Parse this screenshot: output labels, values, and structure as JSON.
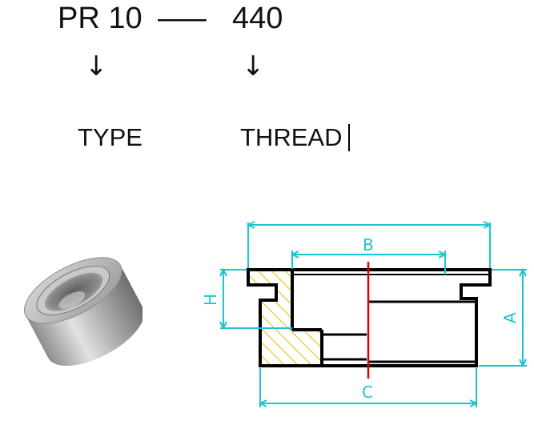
{
  "code": {
    "prefix": "PR 10",
    "dash": "—",
    "suffix": "440"
  },
  "arrows": {
    "left": "↓",
    "right": "↓"
  },
  "labels": {
    "type": "TYPE",
    "thread": "THREAD"
  },
  "drawing": {
    "dim_b": "B",
    "dim_h": "H",
    "dim_a": "A",
    "dim_c": "C",
    "colors": {
      "dimension": "#19c6cf",
      "outline": "#000000",
      "hatch": "#f5b400",
      "axis": "#e60000"
    }
  }
}
